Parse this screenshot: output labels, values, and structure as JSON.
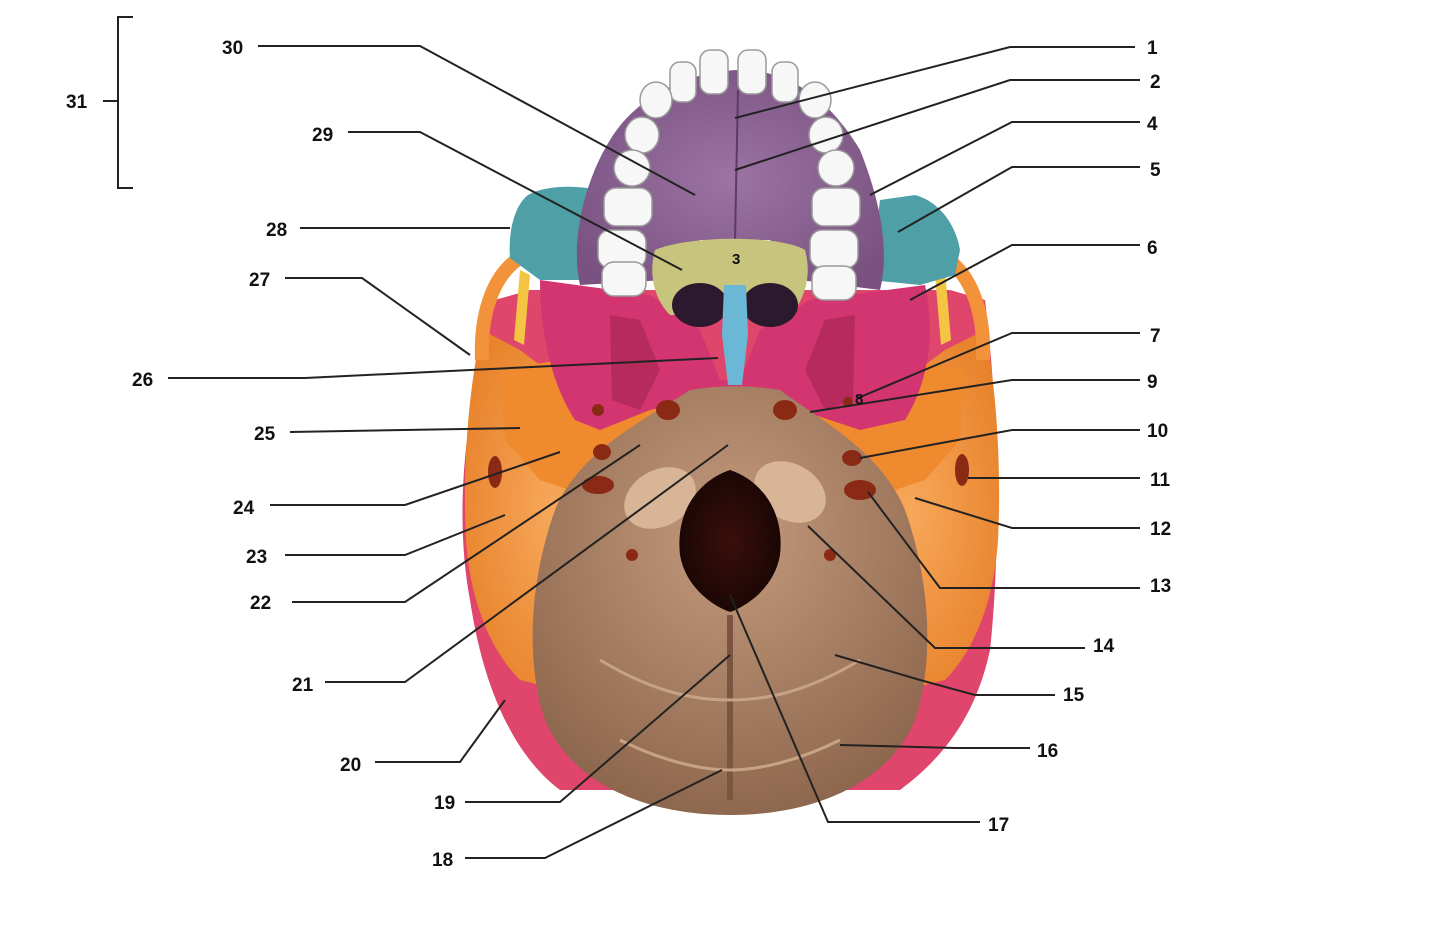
{
  "diagram": {
    "labels": [
      {
        "id": "1",
        "text": "1"
      },
      {
        "id": "2",
        "text": "2"
      },
      {
        "id": "3",
        "text": "3"
      },
      {
        "id": "4",
        "text": "4"
      },
      {
        "id": "5",
        "text": "5"
      },
      {
        "id": "6",
        "text": "6"
      },
      {
        "id": "7",
        "text": "7"
      },
      {
        "id": "8",
        "text": "8"
      },
      {
        "id": "9",
        "text": "9"
      },
      {
        "id": "10",
        "text": "10"
      },
      {
        "id": "11",
        "text": "11"
      },
      {
        "id": "12",
        "text": "12"
      },
      {
        "id": "13",
        "text": "13"
      },
      {
        "id": "14",
        "text": "14"
      },
      {
        "id": "15",
        "text": "15"
      },
      {
        "id": "16",
        "text": "16"
      },
      {
        "id": "17",
        "text": "17"
      },
      {
        "id": "18",
        "text": "18"
      },
      {
        "id": "19",
        "text": "19"
      },
      {
        "id": "20",
        "text": "20"
      },
      {
        "id": "21",
        "text": "21"
      },
      {
        "id": "22",
        "text": "22"
      },
      {
        "id": "23",
        "text": "23"
      },
      {
        "id": "24",
        "text": "24"
      },
      {
        "id": "25",
        "text": "25"
      },
      {
        "id": "26",
        "text": "26"
      },
      {
        "id": "27",
        "text": "27"
      },
      {
        "id": "28",
        "text": "28"
      },
      {
        "id": "29",
        "text": "29"
      },
      {
        "id": "30",
        "text": "30"
      },
      {
        "id": "31",
        "text": "31"
      }
    ],
    "colors": {
      "occipital": "#a57e63",
      "temporal": "#f2923a",
      "parietal": "#e0456b",
      "sphenoid": "#d2356f",
      "maxilla": "#8c6293",
      "palatine": "#c7c47d",
      "vomer": "#6bb7d6",
      "zygomatic": "#4e9fa6",
      "teeth": "#f7f7f7",
      "leader": "#222222"
    }
  }
}
